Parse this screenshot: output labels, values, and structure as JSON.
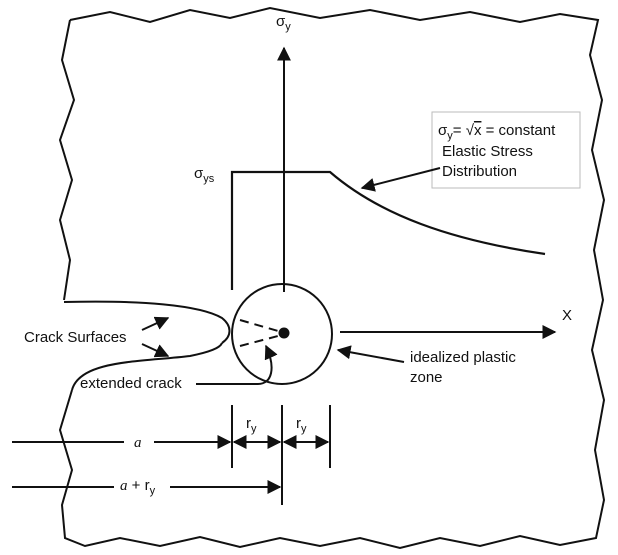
{
  "axes": {
    "sigma_y": {
      "symbol": "σ",
      "sub": "y"
    },
    "sigma_ys": {
      "symbol": "σ",
      "sub": "ys"
    },
    "x_label": "X"
  },
  "callout": {
    "line1_prefix": "σ",
    "line1_sub": "y",
    "line1_eq": "= ",
    "line1_sqrt": "√",
    "line1_x": "x",
    "line1_rest": " = constant",
    "line2": "Elastic Stress",
    "line3": "Distribution"
  },
  "labels": {
    "crack_surfaces": "Crack Surfaces",
    "extended_crack": "extended crack",
    "plastic_zone_line1": "idealized plastic",
    "plastic_zone_line2": "zone"
  },
  "dimensions": {
    "a": "a",
    "a_plus_prefix": "a",
    "a_plus_mid": " + r",
    "a_plus_sub": "y",
    "r_main": "r",
    "r_sub": "y"
  }
}
